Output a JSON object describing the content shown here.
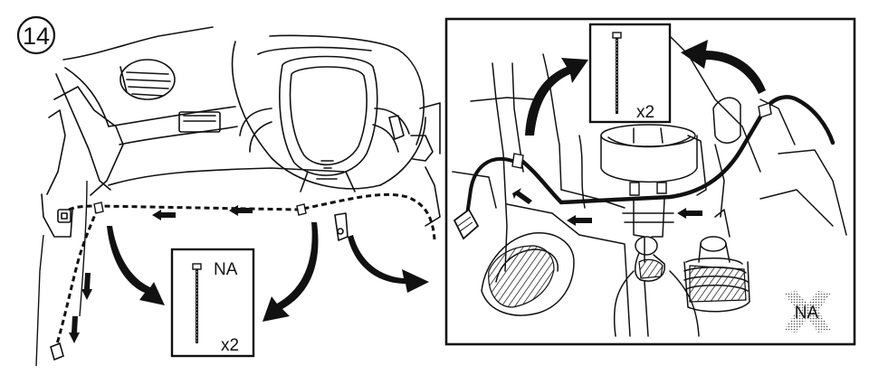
{
  "step": {
    "number": "14"
  },
  "left_callout": {
    "note": "NA",
    "quantity": "x2",
    "icon": "cable-tie-icon"
  },
  "right_panel": {
    "quantity": "x2",
    "icon": "cable-tie-icon",
    "badge": "NA"
  }
}
